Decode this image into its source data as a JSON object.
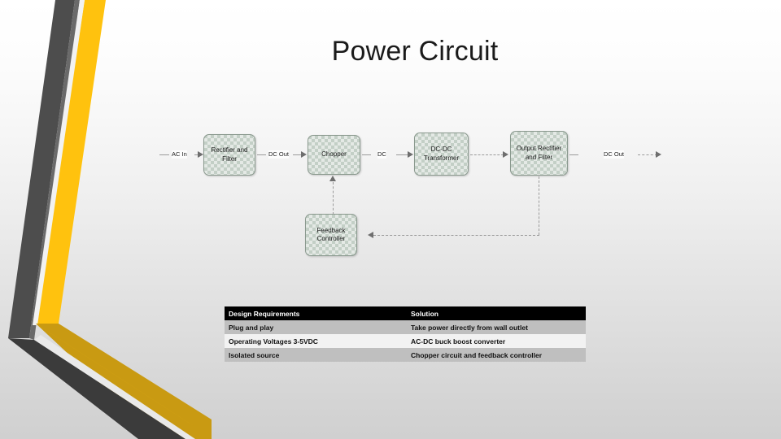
{
  "slide": {
    "title": "Power Circuit"
  },
  "diagram": {
    "nodes": [
      {
        "id": "rectifier-filter",
        "label": "Rectifier and Filter"
      },
      {
        "id": "chopper",
        "label": "Chopper"
      },
      {
        "id": "dc-dc-transformer",
        "label": "DC-DC Transformer"
      },
      {
        "id": "output-rectifier-filter",
        "label": "Output Rectifier and Filter"
      },
      {
        "id": "feedback-controller",
        "label": "Feedback Controller"
      }
    ],
    "edge_labels": [
      {
        "id": "ac-in",
        "text": "AC In"
      },
      {
        "id": "dc-out-1",
        "text": "DC Out"
      },
      {
        "id": "dc",
        "text": "DC"
      },
      {
        "id": "dc-out-2",
        "text": "DC Out"
      }
    ]
  },
  "table": {
    "headers": [
      "Design Requirements",
      "Solution"
    ],
    "rows": [
      [
        "Plug and play",
        "Take power directly from wall outlet"
      ],
      [
        "Operating Voltages 3-5VDC",
        "AC-DC  buck boost converter"
      ],
      [
        "Isolated source",
        "Chopper circuit and feedback controller"
      ]
    ]
  },
  "decor": {
    "yellow_front": "#FFC20E",
    "yellow_side": "#C99A12",
    "gray_front": "#4D4D4D",
    "gray_side": "#333333"
  }
}
